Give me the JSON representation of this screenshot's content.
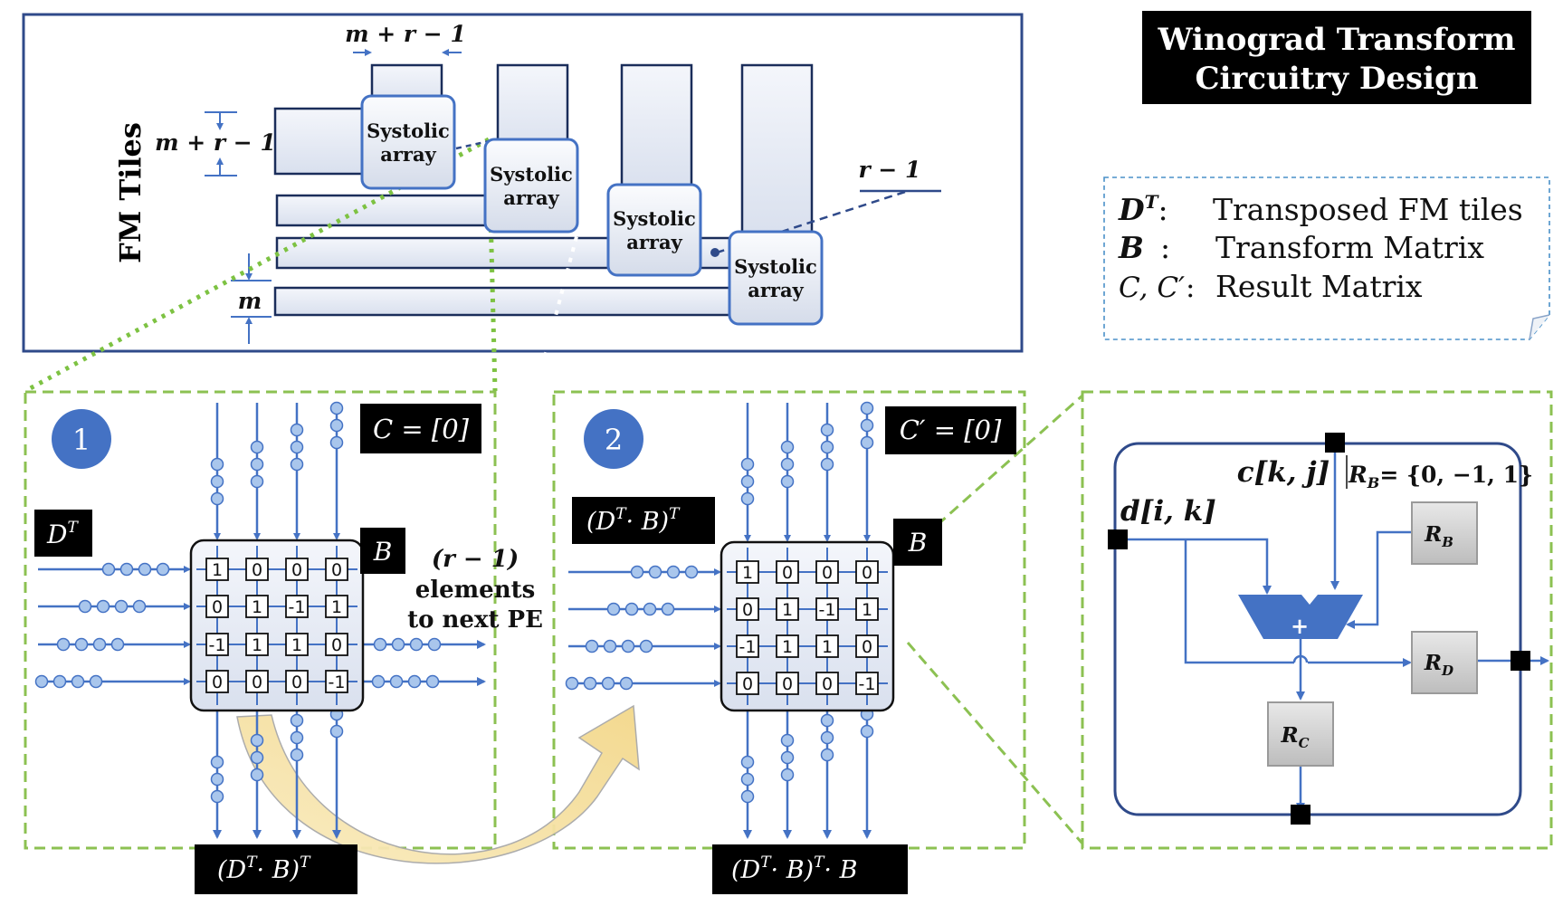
{
  "title": {
    "line1": "Winograd Transform",
    "line2": "Circuitry Design"
  },
  "legend": {
    "rows": [
      {
        "sym": "D",
        "sup": "T",
        "sep": ":",
        "desc": "Transposed FM tiles"
      },
      {
        "sym": "B",
        "sup": "",
        "sep": ":",
        "desc": "Transform Matrix"
      },
      {
        "sym": "C, C′",
        "sup": "",
        "sep": ":",
        "desc": "Result Matrix"
      }
    ]
  },
  "top": {
    "fm_tiles": "FM Tiles",
    "dim_top": "m + r − 1",
    "dim_left": "m + r − 1",
    "dim_r": "r − 1",
    "dim_m": "m",
    "sa_line1": "Systolic",
    "sa_line2": "array"
  },
  "panel1": {
    "badge": "1",
    "c_label": "C = [0]",
    "input_label": "D",
    "input_sup": "T",
    "b_label": "B",
    "output_label": "(D",
    "output_sup": "T",
    "output_rest": "· B)",
    "output_sup2": "T",
    "note": [
      "(r − 1)",
      "elements",
      "to next PE"
    ],
    "matrix": [
      [
        "1",
        "0",
        "0",
        "0"
      ],
      [
        "0",
        "1",
        "-1",
        "1"
      ],
      [
        "-1",
        "1",
        "1",
        "0"
      ],
      [
        "0",
        "0",
        "0",
        "-1"
      ]
    ]
  },
  "panel2": {
    "badge": "2",
    "c_label": "C′ = [0]",
    "input_label": "(D",
    "input_sup": "T",
    "input_rest": "· B)",
    "input_sup2": "T",
    "b_label": "B",
    "output_label": "(D",
    "output_sup": "T",
    "output_rest": "· B)",
    "output_sup2": "T",
    "output_tail": "· B",
    "matrix": [
      [
        "1",
        "0",
        "0",
        "0"
      ],
      [
        "0",
        "1",
        "-1",
        "1"
      ],
      [
        "-1",
        "1",
        "1",
        "0"
      ],
      [
        "0",
        "0",
        "0",
        "-1"
      ]
    ]
  },
  "pe": {
    "c_label": "c[k, j]",
    "d_label": "d[i, k]",
    "rb_set": "R",
    "rb_set_sub": "B",
    "rb_set_val": "= {0, −1, 1}",
    "reg_b": "R",
    "reg_b_sub": "B",
    "reg_d": "R",
    "reg_d_sub": "D",
    "reg_c": "R",
    "reg_c_sub": "C",
    "adder": "+"
  },
  "colors": {
    "line": "#4472c4",
    "frame": "#2f4a8a",
    "dash_green": "#8cc152",
    "dot_green": "#7dc242",
    "badge": "#4472c4",
    "arrow_fill": "#f7e3a4"
  }
}
